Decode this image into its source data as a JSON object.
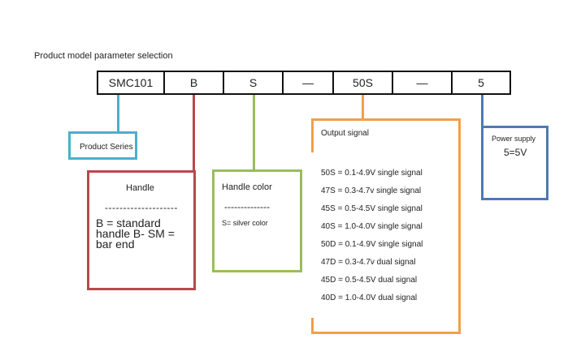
{
  "title": "Product model parameter selection",
  "model_cells": [
    "SMC101",
    "B",
    "S",
    "—",
    "50S",
    "—",
    "5"
  ],
  "product_series": {
    "label": "Product Series"
  },
  "handle": {
    "title": "Handle",
    "divider": "--------------------",
    "options": "B = standard handle B- SM = bar end"
  },
  "handle_color": {
    "title": "Handle color",
    "divider": "--------------",
    "options": "S= silver color"
  },
  "output_signal": {
    "title": "Output signal",
    "items": [
      "50S = 0.1-4.9V single signal",
      "47S = 0.3-4.7v single signal",
      "45S = 0.5-4.5V single signal",
      "40S = 1.0-4.0V single signal",
      "50D = 0.1-4.9V single signal",
      "47D = 0.3-4.7v dual signal",
      "45D = 0.5-4.5V dual signal",
      "40D = 1.0-4.0V dual signal"
    ]
  },
  "power_supply": {
    "title": "Power supply",
    "value": "5=5V"
  },
  "colors": {
    "series": "#4bb0c8",
    "handle": "#b8484c",
    "handle_color": "#9abd5c",
    "output": "#f0a04c",
    "power": "#4d7ab3"
  }
}
